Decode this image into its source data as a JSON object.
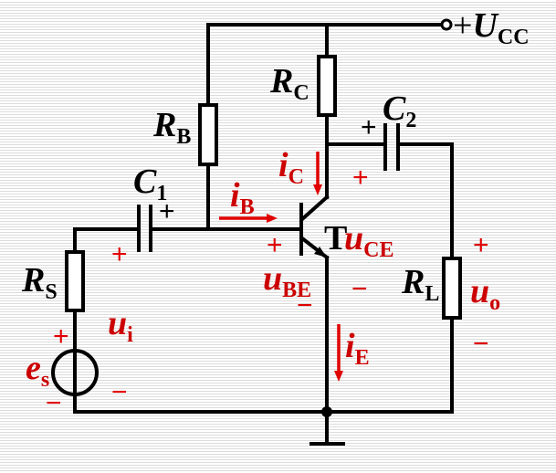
{
  "diagram": {
    "type": "circuit-schematic",
    "description": "Common-emitter BJT amplifier with base-bias resistor",
    "colors": {
      "wire": "#000000",
      "annotation": "#e00000"
    },
    "supply": {
      "prefix": "+",
      "symbol": "U",
      "subscript": "CC"
    },
    "components": {
      "RB": {
        "symbol": "R",
        "subscript": "B"
      },
      "RC": {
        "symbol": "R",
        "subscript": "C"
      },
      "RS": {
        "symbol": "R",
        "subscript": "S"
      },
      "RL": {
        "symbol": "R",
        "subscript": "L"
      },
      "C1": {
        "symbol": "C",
        "subscript": "1",
        "polarity": "+"
      },
      "C2": {
        "symbol": "C",
        "subscript": "2",
        "polarity": "+"
      },
      "T": {
        "symbol": "T"
      },
      "es": {
        "symbol": "e",
        "subscript": "s"
      }
    },
    "annotations": {
      "iB": {
        "symbol": "i",
        "subscript": "B"
      },
      "iC": {
        "symbol": "i",
        "subscript": "C"
      },
      "iE": {
        "symbol": "i",
        "subscript": "E"
      },
      "ui": {
        "symbol": "u",
        "subscript": "i"
      },
      "uo": {
        "symbol": "u",
        "subscript": "o"
      },
      "uBE": {
        "symbol": "u",
        "subscript": "BE"
      },
      "uCE": {
        "symbol": "u",
        "subscript": "CE"
      }
    },
    "signs": {
      "plus": "+",
      "minus": "−"
    }
  }
}
